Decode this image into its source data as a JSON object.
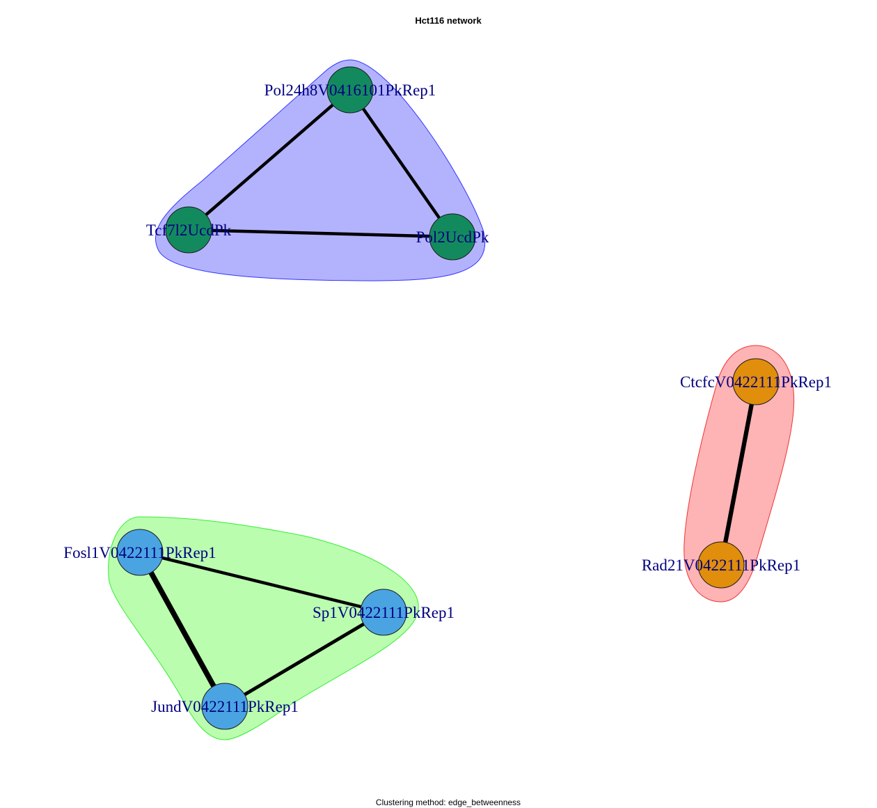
{
  "plot": {
    "title": "Hct116 network",
    "subtitle": "Clustering method: edge_betweenness"
  },
  "colors": {
    "label": "#000080",
    "edge": "#000000",
    "node_stroke": "#1a1a1a"
  },
  "clusters": [
    {
      "id": "cluster-1",
      "fill": "#b3b3fd",
      "stroke": "#3333ff",
      "node_color": "#138a5e",
      "nodes": [
        "Pol24h8V0416101PkRep1",
        "Tcf7l2UcdPk",
        "Pol2UcdPk"
      ]
    },
    {
      "id": "cluster-2",
      "fill": "#feb3b5",
      "stroke": "#ee3333",
      "node_color": "#e08e0b",
      "nodes": [
        "CtcfcV0422111PkRep1",
        "Rad21V0422111PkRep1"
      ]
    },
    {
      "id": "cluster-3",
      "fill": "#bbfdaf",
      "stroke": "#33ee33",
      "node_color": "#4ba4e2",
      "nodes": [
        "Fosl1V0422111PkRep1",
        "Sp1V0422111PkRep1",
        "JundV0422111PkRep1"
      ]
    }
  ],
  "nodes": [
    {
      "name": "Pol24h8V0416101PkRep1",
      "cluster": "cluster-1"
    },
    {
      "name": "Tcf7l2UcdPk",
      "cluster": "cluster-1"
    },
    {
      "name": "Pol2UcdPk",
      "cluster": "cluster-1"
    },
    {
      "name": "CtcfcV0422111PkRep1",
      "cluster": "cluster-2"
    },
    {
      "name": "Rad21V0422111PkRep1",
      "cluster": "cluster-2"
    },
    {
      "name": "Fosl1V0422111PkRep1",
      "cluster": "cluster-3"
    },
    {
      "name": "Sp1V0422111PkRep1",
      "cluster": "cluster-3"
    },
    {
      "name": "JundV0422111PkRep1",
      "cluster": "cluster-3"
    }
  ],
  "edges": [
    {
      "from": "Pol24h8V0416101PkRep1",
      "to": "Tcf7l2UcdPk",
      "weight": 1
    },
    {
      "from": "Pol24h8V0416101PkRep1",
      "to": "Pol2UcdPk",
      "weight": 1
    },
    {
      "from": "Tcf7l2UcdPk",
      "to": "Pol2UcdPk",
      "weight": 1
    },
    {
      "from": "CtcfcV0422111PkRep1",
      "to": "Rad21V0422111PkRep1",
      "weight": 1.4
    },
    {
      "from": "Fosl1V0422111PkRep1",
      "to": "Sp1V0422111PkRep1",
      "weight": 1
    },
    {
      "from": "Fosl1V0422111PkRep1",
      "to": "JundV0422111PkRep1",
      "weight": 1.7
    },
    {
      "from": "Sp1V0422111PkRep1",
      "to": "JundV0422111PkRep1",
      "weight": 1.1
    }
  ]
}
